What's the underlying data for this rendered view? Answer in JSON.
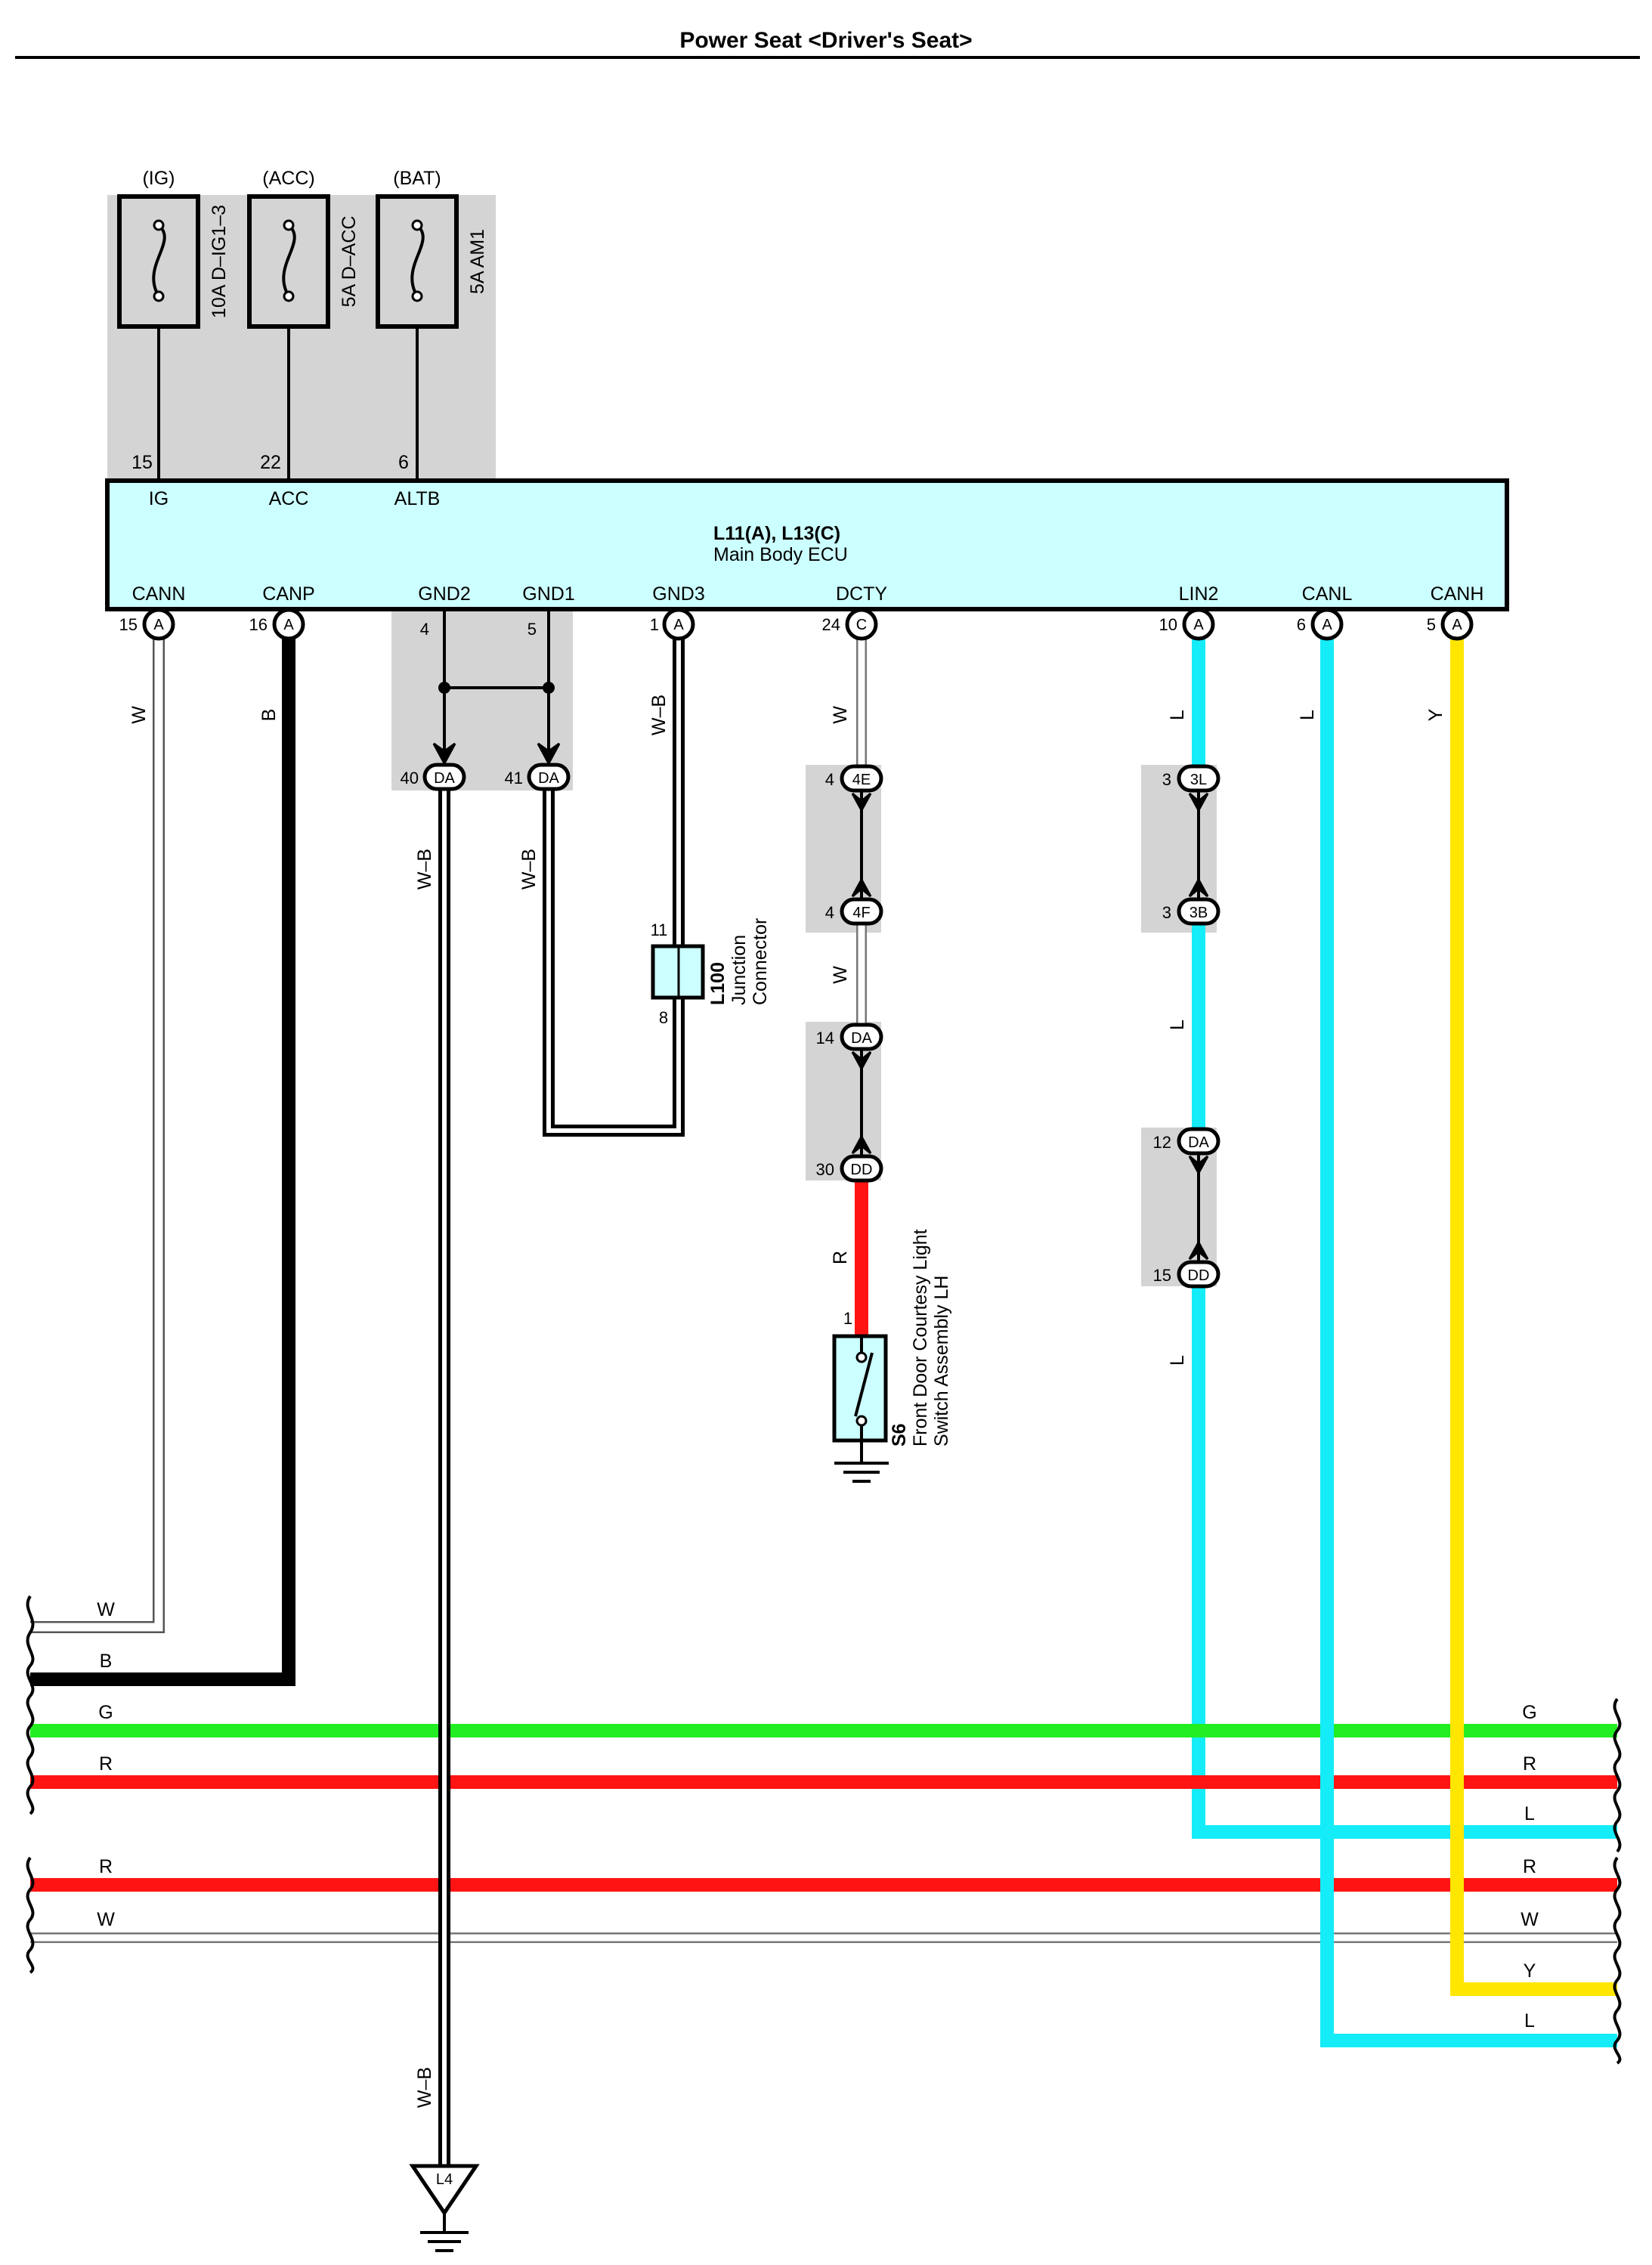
{
  "title": "Power Seat <Driver's Seat>",
  "fuses": [
    {
      "id": "ig",
      "source": "(IG)",
      "label": "10A D–IG1–3",
      "pin": "15",
      "terminal": "IG"
    },
    {
      "id": "acc",
      "source": "(ACC)",
      "label": "5A D–ACC",
      "pin": "22",
      "terminal": "ACC"
    },
    {
      "id": "bat",
      "source": "(BAT)",
      "label": "5A AM1",
      "pin": "6",
      "terminal": "ALTB"
    }
  ],
  "ecu": {
    "code": "L11(A), L13(C)",
    "name": "Main Body ECU",
    "bottom_terminals": [
      {
        "id": "cann",
        "name": "CANN",
        "pin": "15",
        "conn": "A"
      },
      {
        "id": "canp",
        "name": "CANP",
        "pin": "16",
        "conn": "A"
      },
      {
        "id": "gnd2",
        "name": "GND2",
        "pin": "4",
        "conn": ""
      },
      {
        "id": "gnd1",
        "name": "GND1",
        "pin": "5",
        "conn": ""
      },
      {
        "id": "gnd3",
        "name": "GND3",
        "pin": "1",
        "conn": "A"
      },
      {
        "id": "dcty",
        "name": "DCTY",
        "pin": "24",
        "conn": "C"
      },
      {
        "id": "lin2",
        "name": "LIN2",
        "pin": "10",
        "conn": "A"
      },
      {
        "id": "canl",
        "name": "CANL",
        "pin": "6",
        "conn": "A"
      },
      {
        "id": "canh",
        "name": "CANH",
        "pin": "5",
        "conn": "A"
      }
    ]
  },
  "wires": {
    "cann": "W",
    "canp": "B",
    "gnd2": "W–B",
    "gnd1": "W–B",
    "gnd3": "W–B",
    "dcty": "W",
    "dcty_mid": "W",
    "dcty_sw": "R",
    "lin2": "L",
    "lin2_mid": "L",
    "lin2_low": "L",
    "canl": "L",
    "canh": "Y",
    "gnd_bottom": "W–B"
  },
  "connectors": [
    {
      "id": "da40",
      "pin": "40",
      "conn": "DA"
    },
    {
      "id": "da41",
      "pin": "41",
      "conn": "DA"
    },
    {
      "id": "c4e",
      "pin": "4",
      "conn": "4E"
    },
    {
      "id": "c4f",
      "pin": "4",
      "conn": "4F"
    },
    {
      "id": "da14",
      "pin": "14",
      "conn": "DA"
    },
    {
      "id": "dd30",
      "pin": "30",
      "conn": "DD"
    },
    {
      "id": "c3l",
      "pin": "3",
      "conn": "3L"
    },
    {
      "id": "c3b",
      "pin": "3",
      "conn": "3B"
    },
    {
      "id": "da12",
      "pin": "12",
      "conn": "DA"
    },
    {
      "id": "dd15",
      "pin": "15",
      "conn": "DD"
    }
  ],
  "junction": {
    "code": "L100",
    "line1": "Junction",
    "line2": "Connector",
    "pin_top": "11",
    "pin_bottom": "8"
  },
  "switch": {
    "code": "S6",
    "line1": "Front Door Courtesy Light",
    "line2": "Switch Assembly LH",
    "pin": "1"
  },
  "ground_label": "L4",
  "bus_left": [
    {
      "id": "w_l",
      "color": "W"
    },
    {
      "id": "b_l",
      "color": "B"
    },
    {
      "id": "g_l",
      "color": "G"
    },
    {
      "id": "r_l",
      "color": "R"
    },
    {
      "id": "r2_l",
      "color": "R"
    },
    {
      "id": "w2_l",
      "color": "W"
    }
  ],
  "bus_right": [
    {
      "id": "g_r",
      "color": "G"
    },
    {
      "id": "r_r",
      "color": "R"
    },
    {
      "id": "l_r",
      "color": "L"
    },
    {
      "id": "r2_r",
      "color": "R"
    },
    {
      "id": "w_r",
      "color": "W"
    },
    {
      "id": "y_r",
      "color": "Y"
    },
    {
      "id": "l2_r",
      "color": "L"
    }
  ],
  "colors": {
    "black": "#000000",
    "white_wire": "#ffffff",
    "green": "#22ee22",
    "red": "#ff1414",
    "cyan": "#14ecf8",
    "yellow": "#ffe600",
    "shade": "#d4d4d4",
    "ecu_fill": "#ccffff"
  }
}
